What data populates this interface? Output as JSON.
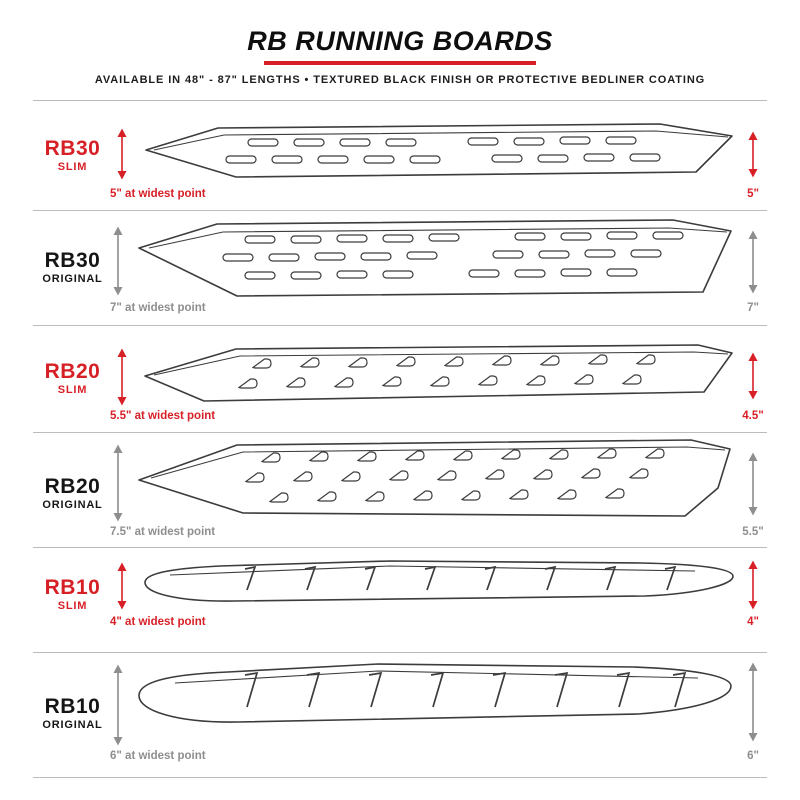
{
  "header": {
    "title": "RB RUNNING BOARDS",
    "subtitle": "AVAILABLE IN 48\" - 87\" LENGTHS   •   TEXTURED BLACK FINISH OR PROTECTIVE BEDLINER COATING"
  },
  "colors": {
    "accent_red": "#d71f26",
    "muted_gray": "#8e8e8e"
  },
  "rows": [
    {
      "model": "RB30",
      "variant": "SLIM",
      "style": "slim",
      "width_note": "5\" at widest point",
      "height_note": "5\""
    },
    {
      "model": "RB30",
      "variant": "ORIGINAL",
      "style": "original",
      "width_note": "7\" at widest point",
      "height_note": "7\""
    },
    {
      "model": "RB20",
      "variant": "SLIM",
      "style": "slim",
      "width_note": "5.5\" at widest point",
      "height_note": "4.5\""
    },
    {
      "model": "RB20",
      "variant": "ORIGINAL",
      "style": "original",
      "width_note": "7.5\" at widest point",
      "height_note": "5.5\""
    },
    {
      "model": "RB10",
      "variant": "SLIM",
      "style": "slim",
      "width_note": "4\" at widest point",
      "height_note": "4\""
    },
    {
      "model": "RB10",
      "variant": "ORIGINAL",
      "style": "original",
      "width_note": "6\" at widest point",
      "height_note": "6\""
    }
  ]
}
